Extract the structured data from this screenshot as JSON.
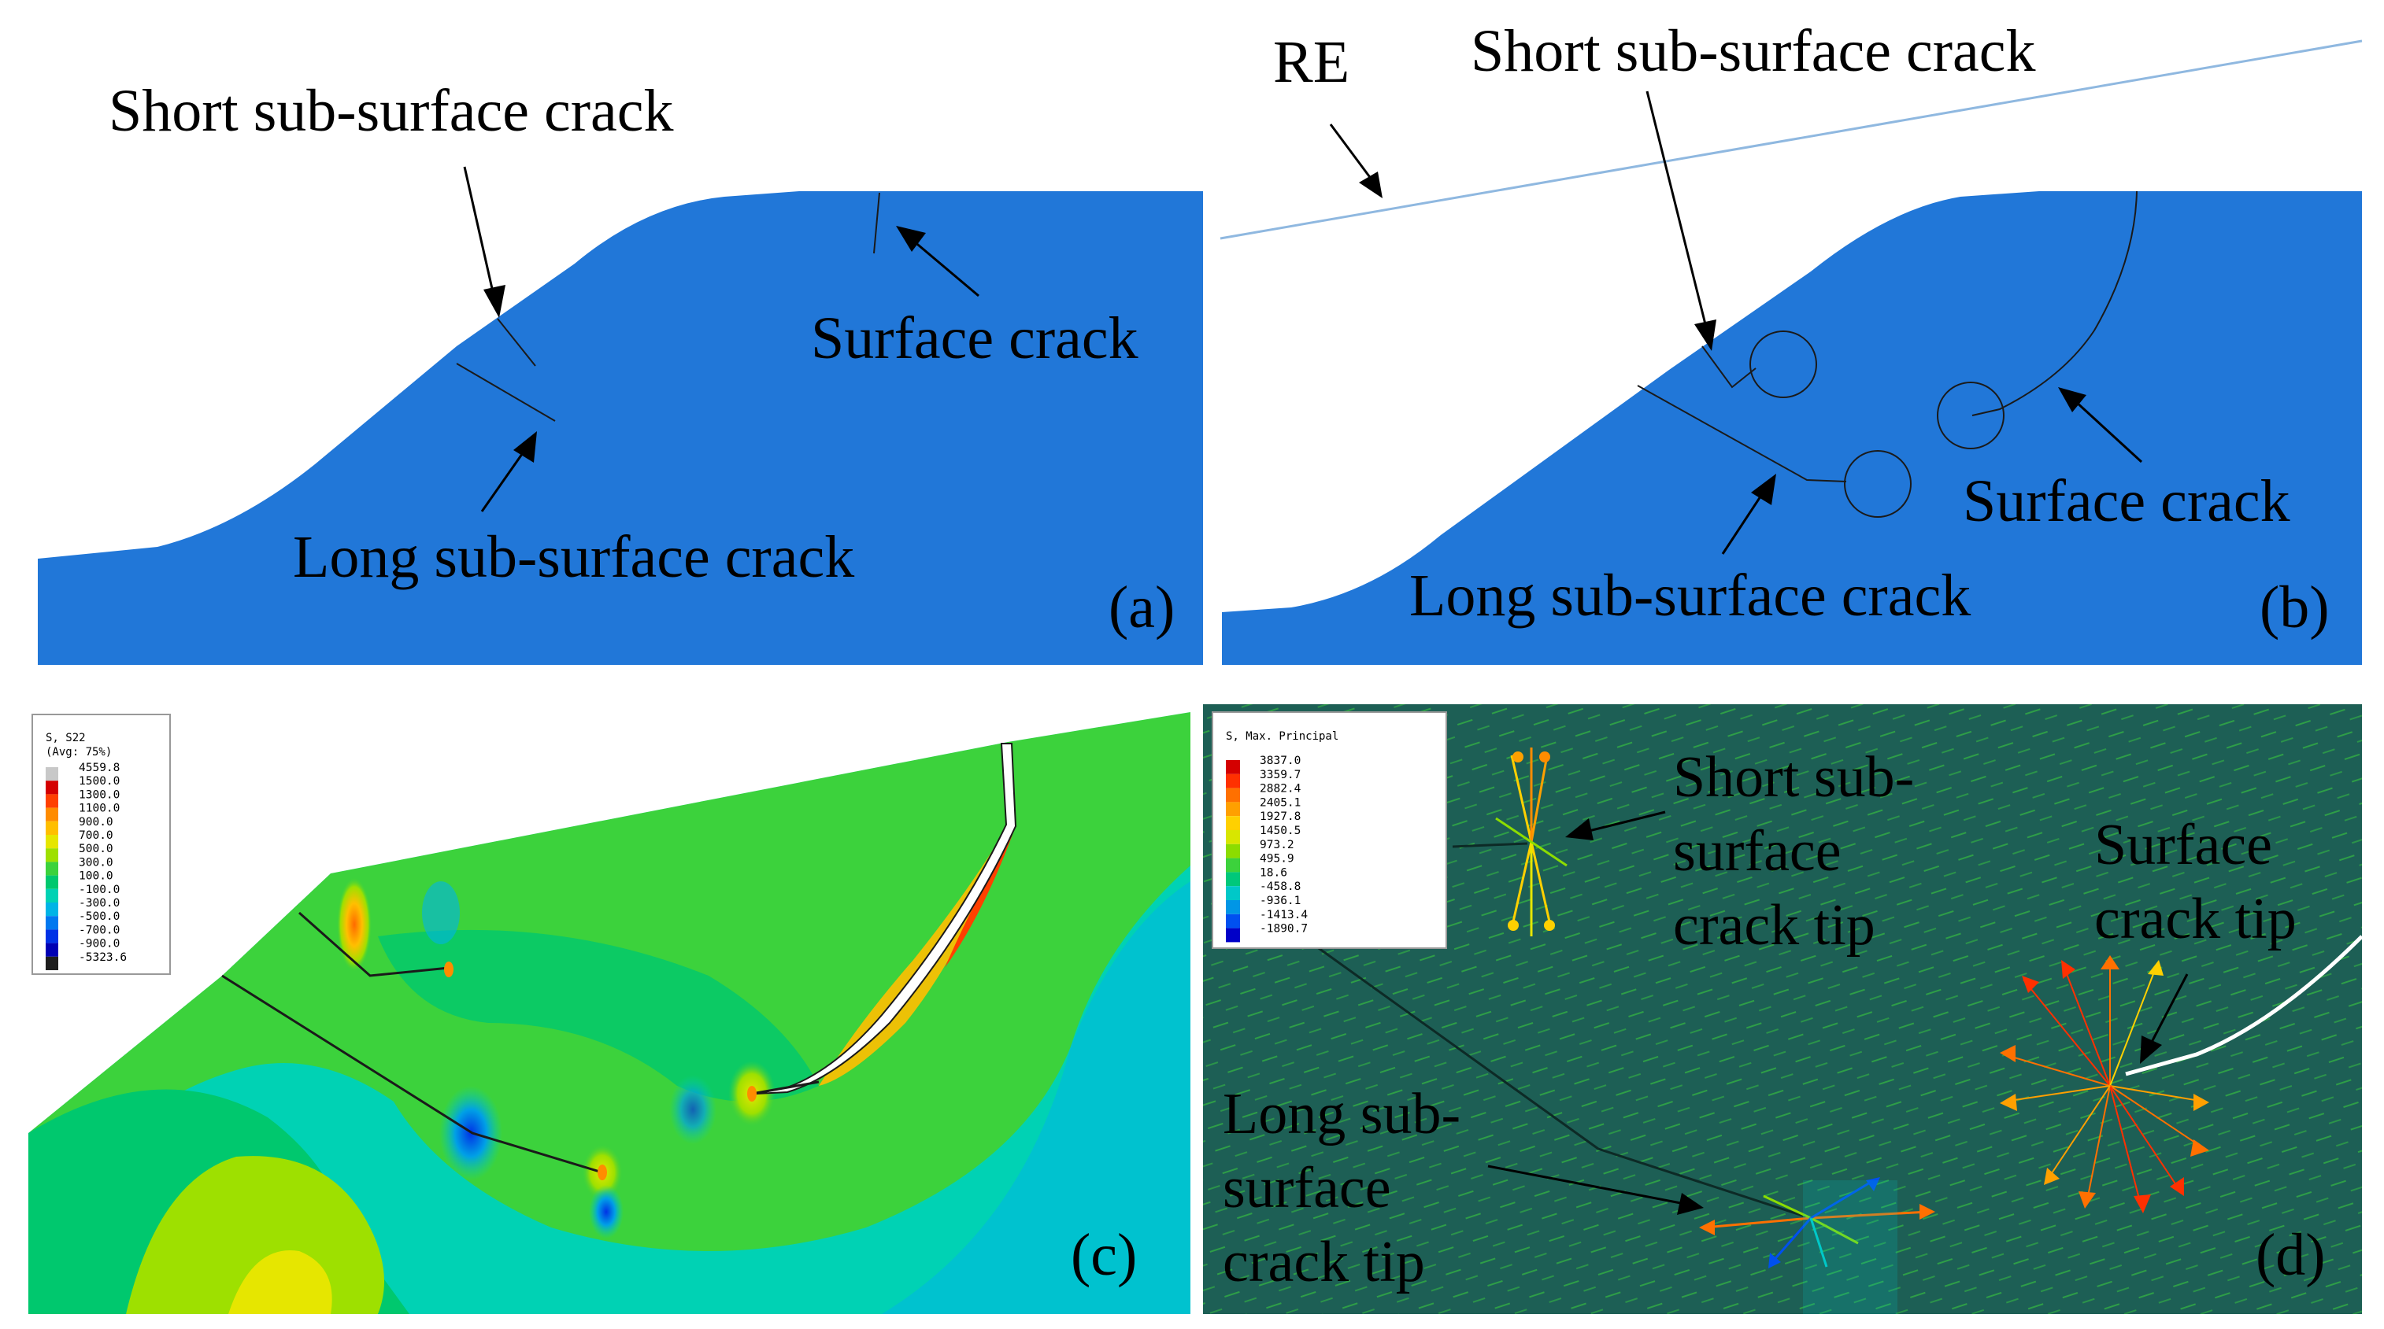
{
  "colors": {
    "part_blue": "#2177d8",
    "panel_d_bg": "#1d5f55",
    "re_line": "#8fb8e0"
  },
  "panel_a": {
    "label_short": "Short sub-surface crack",
    "label_surface": "Surface crack",
    "label_long": "Long sub-surface crack",
    "tag": "(a)"
  },
  "panel_b": {
    "label_re": "RE",
    "label_short": "Short sub-surface crack",
    "label_surface": "Surface crack",
    "label_long": "Long sub-surface crack",
    "tag": "(b)"
  },
  "panel_c": {
    "legend_title_1": "S, S22",
    "legend_title_2": "(Avg: 75%)",
    "legend_values": [
      "4559.8",
      "1500.0",
      "1300.0",
      "1100.0",
      "900.0",
      "700.0",
      "500.0",
      "300.0",
      "100.0",
      "-100.0",
      "-300.0",
      "-500.0",
      "-700.0",
      "-900.0",
      "-5323.6"
    ],
    "legend_colors": [
      "#c8c8c8",
      "#d40000",
      "#ff4000",
      "#ff8c00",
      "#ffbf00",
      "#e6e600",
      "#9ee000",
      "#3cd23c",
      "#00c86e",
      "#00d2b4",
      "#00b4e6",
      "#0078f0",
      "#0032e6",
      "#0000b4",
      "#1e1e1e"
    ],
    "tag": "(c)"
  },
  "panel_d": {
    "legend_title": "S, Max. Principal",
    "legend_values": [
      "3837.0",
      "3359.7",
      "2882.4",
      "2405.1",
      "1927.8",
      "1450.5",
      "973.2",
      "495.9",
      "18.6",
      "-458.8",
      "-936.1",
      "-1413.4",
      "-1890.7"
    ],
    "legend_colors": [
      "#d40000",
      "#ff3000",
      "#ff7000",
      "#ffa000",
      "#ffd000",
      "#d8e600",
      "#8cdc00",
      "#3cd23c",
      "#00c87a",
      "#00c8c8",
      "#0096e6",
      "#0050f0",
      "#0000c8"
    ],
    "label_short_1": "Short sub-",
    "label_short_2": "surface",
    "label_short_3": "crack tip",
    "label_surface_1": "Surface",
    "label_surface_2": "crack tip",
    "label_long_1": "Long sub-",
    "label_long_2": "surface",
    "label_long_3": "crack tip",
    "tag": "(d)"
  }
}
